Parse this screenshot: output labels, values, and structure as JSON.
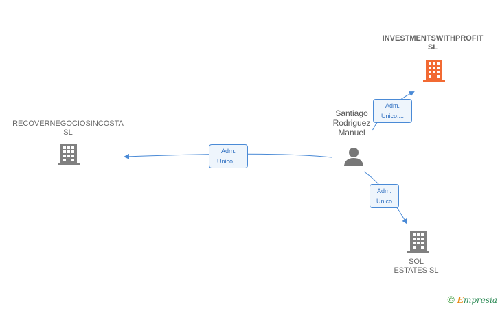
{
  "nodes": {
    "investments": {
      "line1": "INVESTMENTSWITHPROFIT",
      "line2": "SL",
      "color": "#f26a33"
    },
    "recover": {
      "line1": "RECOVERNEGOCIOSINCOSTA",
      "line2": "SL",
      "color": "#808080"
    },
    "sol": {
      "line1": "SOL",
      "line2": "ESTATES SL",
      "color": "#808080"
    },
    "person": {
      "line1": "Santiago",
      "line2": "Rodriguez",
      "line3": "Manuel"
    }
  },
  "edges": {
    "to_investments": {
      "line1": "Adm.",
      "line2": "Unico,..."
    },
    "to_recover": {
      "line1": "Adm.",
      "line2": "Unico,..."
    },
    "to_sol": {
      "line1": "Adm.",
      "line2": "Unico"
    }
  },
  "footer": {
    "copyright": "©",
    "brand_first": "E",
    "brand_rest": "mpresia"
  }
}
